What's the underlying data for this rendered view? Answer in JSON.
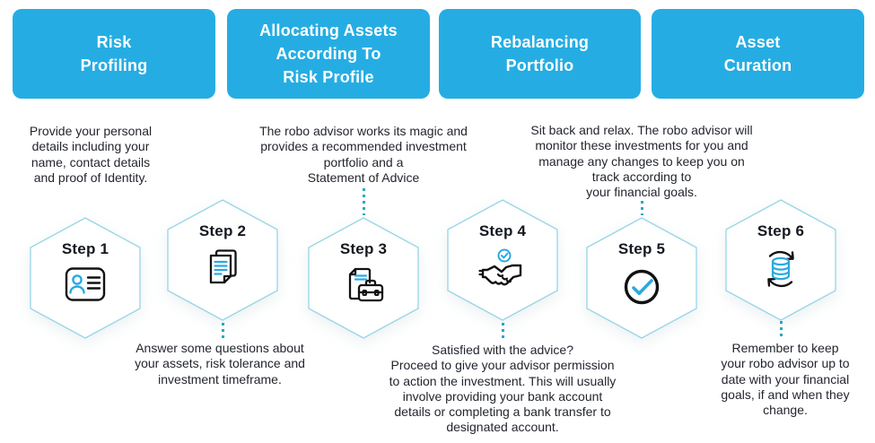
{
  "colors": {
    "header_bg": "#25ADE3",
    "header_text": "#FFFFFF",
    "hexagon_border": "#96D5E6",
    "dotted_connector": "#2BA7C8",
    "body_text": "#23262E",
    "step_label": "#14181F",
    "icon_accent_blue": "#2BA9E0",
    "icon_stroke_black": "#121212"
  },
  "headers": [
    {
      "label": "Risk\nProfiling"
    },
    {
      "label": "Allocating Assets\nAccording To\nRisk Profile"
    },
    {
      "label": "Rebalancing\nPortfolio"
    },
    {
      "label": "Asset\nCuration"
    }
  ],
  "top_texts": [
    {
      "text": "Provide your personal\ndetails including your\nname, contact details\nand proof of Identity."
    },
    {
      "text": "The robo advisor works its magic and\nprovides a recommended investment\nportfolio and a\nStatement of Advice"
    },
    {
      "text": "Sit back and relax. The robo advisor will\nmonitor these investments for you and\nmanage any changes to keep you on\ntrack according to\nyour financial goals."
    }
  ],
  "steps": [
    {
      "label": "Step 1",
      "icon": "id-card-icon"
    },
    {
      "label": "Step 2",
      "icon": "documents-icon"
    },
    {
      "label": "Step 3",
      "icon": "document-briefcase-icon"
    },
    {
      "label": "Step 4",
      "icon": "handshake-check-icon"
    },
    {
      "label": "Step 5",
      "icon": "check-circle-icon"
    },
    {
      "label": "Step 6",
      "icon": "database-refresh-icon"
    }
  ],
  "bottom_texts": [
    {
      "text": "Answer some questions about\nyour assets, risk tolerance and\ninvestment timeframe."
    },
    {
      "text": "Satisfied with the advice?\nProceed to give your advisor permission\nto action the investment. This will usually\ninvolve providing your bank account\ndetails or completing a bank transfer to\ndesignated account."
    },
    {
      "text": "Remember to keep\nyour robo advisor up to\ndate with your financial\ngoals, if and when they\nchange."
    }
  ]
}
